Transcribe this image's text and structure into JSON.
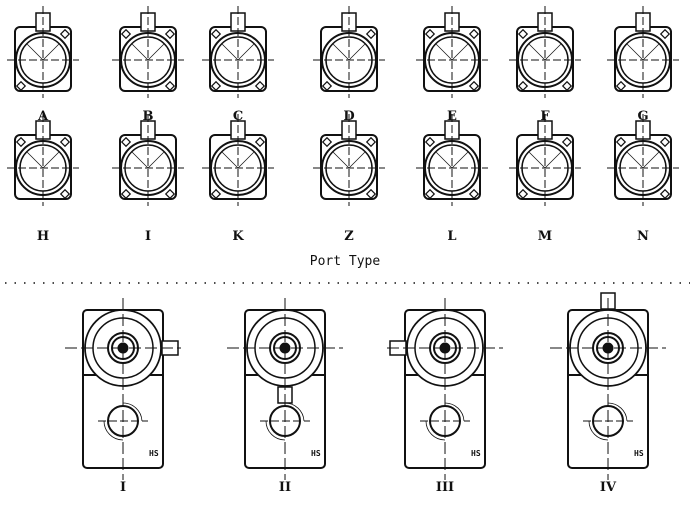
{
  "port_types": [
    "A",
    "B",
    "C",
    "D",
    "E",
    "F",
    "G",
    "H",
    "I",
    "K",
    "Z",
    "L",
    "M",
    "N"
  ],
  "section_title": "Port Type",
  "mountings": [
    "I",
    "II",
    "III",
    "IV"
  ],
  "mounting_tag": "HS",
  "colors": {
    "line": "#111111",
    "background": "#ffffff"
  }
}
